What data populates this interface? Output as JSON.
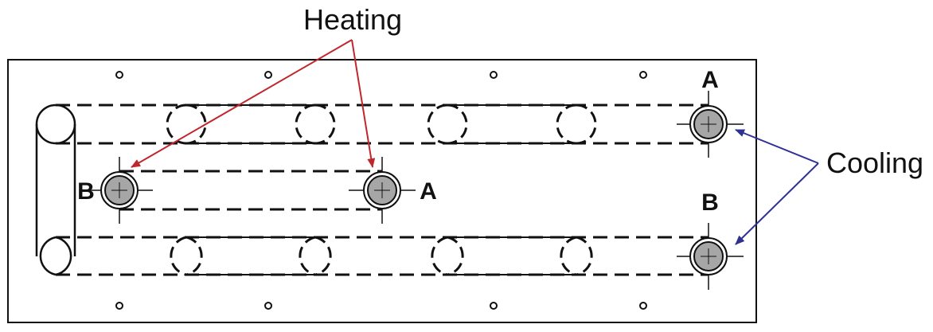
{
  "labels": {
    "heating": "Heating",
    "cooling": "Cooling",
    "port_a_top": "A",
    "port_a_mid": "A",
    "port_b_mid": "B",
    "port_b_bottom": "B"
  },
  "colors": {
    "heating_arrow": "#c0272d",
    "cooling_arrow": "#2e3192",
    "outline": "#111111",
    "port_fill": "#a6a6a6",
    "background": "#ffffff"
  },
  "icons": {
    "mounting_hole": "small-circle",
    "port": "crosshair-circle"
  }
}
